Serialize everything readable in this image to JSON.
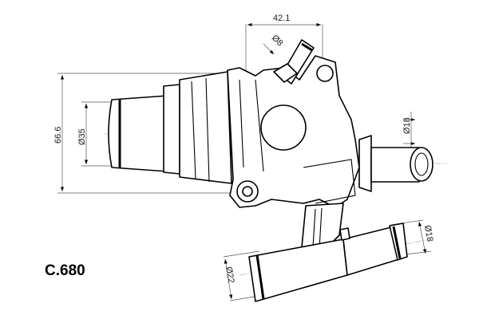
{
  "part_code": "C.680",
  "dimensions": {
    "width_top": "42.1",
    "height_left": "66.6",
    "inlet_diameter": "Ø35",
    "small_port_diameter": "Ø8",
    "right_outlet_diameter": "Ø18",
    "bottom_outlet_small_diameter": "Ø18",
    "bottom_outlet_large_diameter": "Ø22"
  }
}
